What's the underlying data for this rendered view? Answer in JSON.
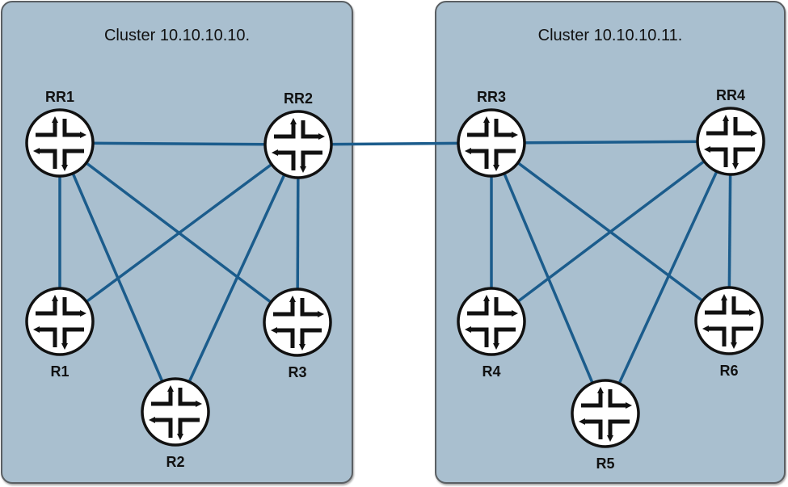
{
  "clusters": [
    {
      "id": "left",
      "title": "Cluster 10.10.10.10."
    },
    {
      "id": "right",
      "title": "Cluster 10.10.10.11."
    }
  ],
  "colors": {
    "link": "#1b5c8c",
    "cluster_fill": "#a9bfcf",
    "cluster_border": "#5a5f63",
    "router_fill": "#ffffff",
    "router_stroke": "#111111"
  },
  "nodes": [
    {
      "id": "RR1",
      "label": "RR1",
      "role": "route-reflector",
      "cluster": "left"
    },
    {
      "id": "RR2",
      "label": "RR2",
      "role": "route-reflector",
      "cluster": "left"
    },
    {
      "id": "R1",
      "label": "R1",
      "role": "client",
      "cluster": "left"
    },
    {
      "id": "R2",
      "label": "R2",
      "role": "client",
      "cluster": "left"
    },
    {
      "id": "R3",
      "label": "R3",
      "role": "client",
      "cluster": "left"
    },
    {
      "id": "RR3",
      "label": "RR3",
      "role": "route-reflector",
      "cluster": "right"
    },
    {
      "id": "RR4",
      "label": "RR4",
      "role": "route-reflector",
      "cluster": "right"
    },
    {
      "id": "R4",
      "label": "R4",
      "role": "client",
      "cluster": "right"
    },
    {
      "id": "R5",
      "label": "R5",
      "role": "client",
      "cluster": "right"
    },
    {
      "id": "R6",
      "label": "R6",
      "role": "client",
      "cluster": "right"
    }
  ],
  "links": [
    [
      "RR1",
      "RR2"
    ],
    [
      "RR1",
      "R1"
    ],
    [
      "RR1",
      "R2"
    ],
    [
      "RR1",
      "R3"
    ],
    [
      "RR2",
      "R1"
    ],
    [
      "RR2",
      "R2"
    ],
    [
      "RR2",
      "R3"
    ],
    [
      "RR2",
      "RR3"
    ],
    [
      "RR3",
      "RR4"
    ],
    [
      "RR3",
      "R4"
    ],
    [
      "RR3",
      "R5"
    ],
    [
      "RR3",
      "R6"
    ],
    [
      "RR4",
      "R4"
    ],
    [
      "RR4",
      "R5"
    ],
    [
      "RR4",
      "R6"
    ]
  ]
}
